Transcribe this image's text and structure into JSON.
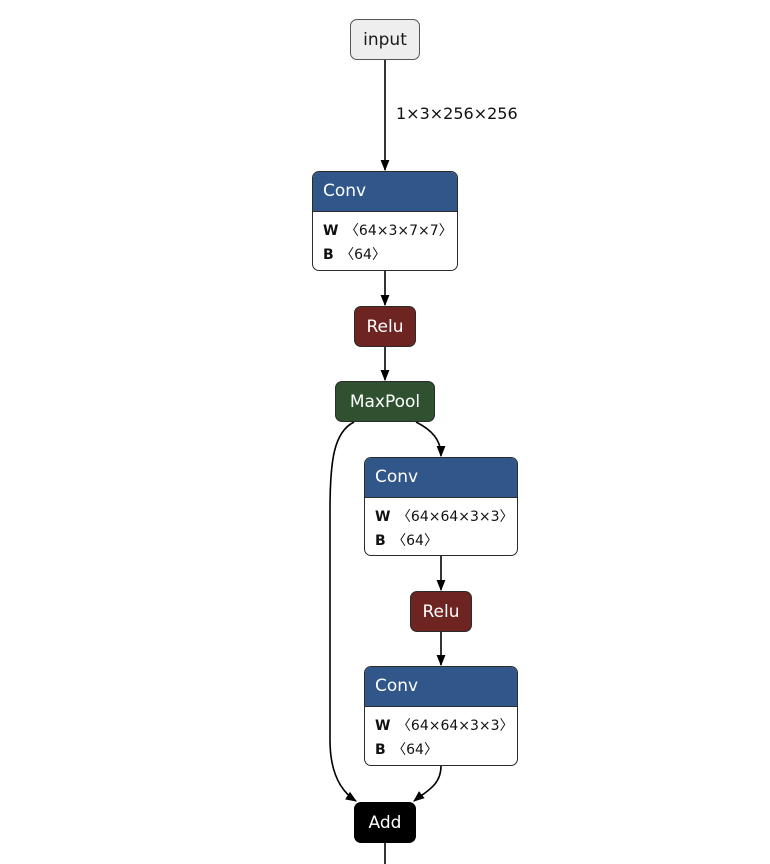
{
  "nodes": {
    "input": {
      "label": "input"
    },
    "conv1": {
      "title": "Conv",
      "w_key": "W",
      "w_val": "〈64×3×7×7〉",
      "b_key": "B",
      "b_val": "〈64〉"
    },
    "relu1": {
      "label": "Relu"
    },
    "maxpool": {
      "label": "MaxPool"
    },
    "conv2": {
      "title": "Conv",
      "w_key": "W",
      "w_val": "〈64×64×3×3〉",
      "b_key": "B",
      "b_val": "〈64〉"
    },
    "relu2": {
      "label": "Relu"
    },
    "conv3": {
      "title": "Conv",
      "w_key": "W",
      "w_val": "〈64×64×3×3〉",
      "b_key": "B",
      "b_val": "〈64〉"
    },
    "add": {
      "label": "Add"
    }
  },
  "edges": {
    "input_shape": "1×3×256×256"
  },
  "colors": {
    "conv_header": "#30568a",
    "relu": "#6e2420",
    "maxpool": "#2f5130",
    "add": "#000000",
    "input": "#eeeeee"
  }
}
